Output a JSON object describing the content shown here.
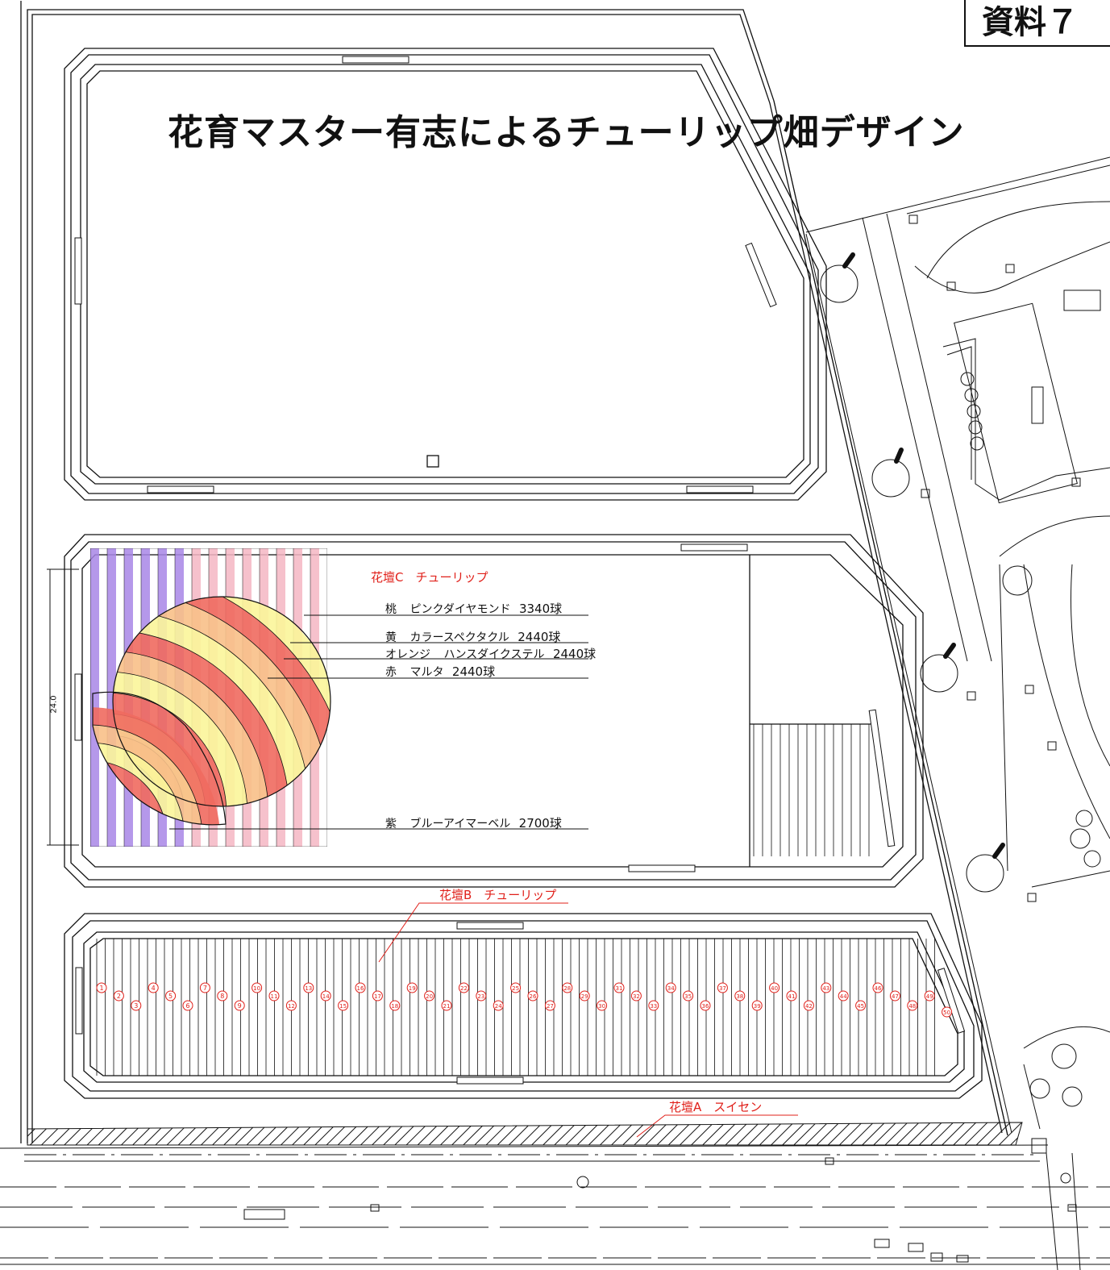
{
  "doc_label": "資料７",
  "title": "花育マスター有志によるチューリップ畑デザイン",
  "bed_c": {
    "label": "花壇C　チューリップ",
    "legend": [
      {
        "color_word": "桃",
        "name": "ピンクダイヤモンド",
        "count": "3340球"
      },
      {
        "color_word": "黄",
        "name": "カラースペクタクル",
        "count": "2440球"
      },
      {
        "color_word": "オレンジ",
        "name": "ハンスダイクステル",
        "count": "2440球"
      },
      {
        "color_word": "赤",
        "name": "マルタ",
        "count": "2440球"
      },
      {
        "color_word": "紫",
        "name": "ブルーアイマーベル",
        "count": "2700球"
      }
    ],
    "dimension": "24.0"
  },
  "bed_b": {
    "label": "花壇B　チューリップ",
    "plot_numbers": [
      "1",
      "2",
      "3",
      "4",
      "5",
      "6",
      "7",
      "8",
      "9",
      "10",
      "11",
      "12",
      "13",
      "14",
      "15",
      "16",
      "17",
      "18",
      "19",
      "20",
      "21",
      "22",
      "23",
      "24",
      "25",
      "26",
      "27",
      "28",
      "29",
      "30",
      "31",
      "32",
      "33",
      "34",
      "35",
      "36",
      "37",
      "38",
      "39",
      "40",
      "41",
      "42",
      "43",
      "44",
      "45",
      "46",
      "47",
      "48",
      "49",
      "50"
    ]
  },
  "bed_a": {
    "label": "花壇A　スイセン"
  },
  "colors": {
    "pink": "#f5b6c3",
    "yellow": "#fbf59a",
    "orange": "#f8c088",
    "red": "#f06a5f",
    "purple": "#a886e6",
    "annotation": "#e0201a"
  }
}
